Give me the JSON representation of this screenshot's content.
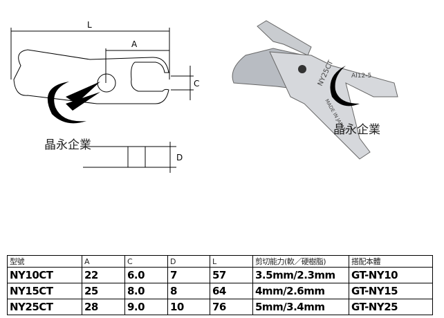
{
  "diagram": {
    "dim_L": "L",
    "dim_A": "A",
    "dim_C": "C",
    "dim_D": "D"
  },
  "watermark": "晶永企業",
  "photo": {
    "engraving_model": "NY25CT",
    "engraving_part": "AI12-5",
    "engraving_origin": "MADE IN JAPAN"
  },
  "table": {
    "headers": [
      "型號",
      "A",
      "C",
      "D",
      "L",
      "剪切能力(軟／硬樹脂)",
      "搭配本體"
    ],
    "rows": [
      [
        "NY10CT",
        "22",
        "6.0",
        "7",
        "57",
        "3.5mm/2.3mm",
        "GT-NY10"
      ],
      [
        "NY15CT",
        "25",
        "8.0",
        "8",
        "64",
        "4mm/2.6mm",
        "GT-NY15"
      ],
      [
        "NY25CT",
        "28",
        "9.0",
        "10",
        "76",
        "5mm/3.4mm",
        "GT-NY25"
      ]
    ]
  }
}
